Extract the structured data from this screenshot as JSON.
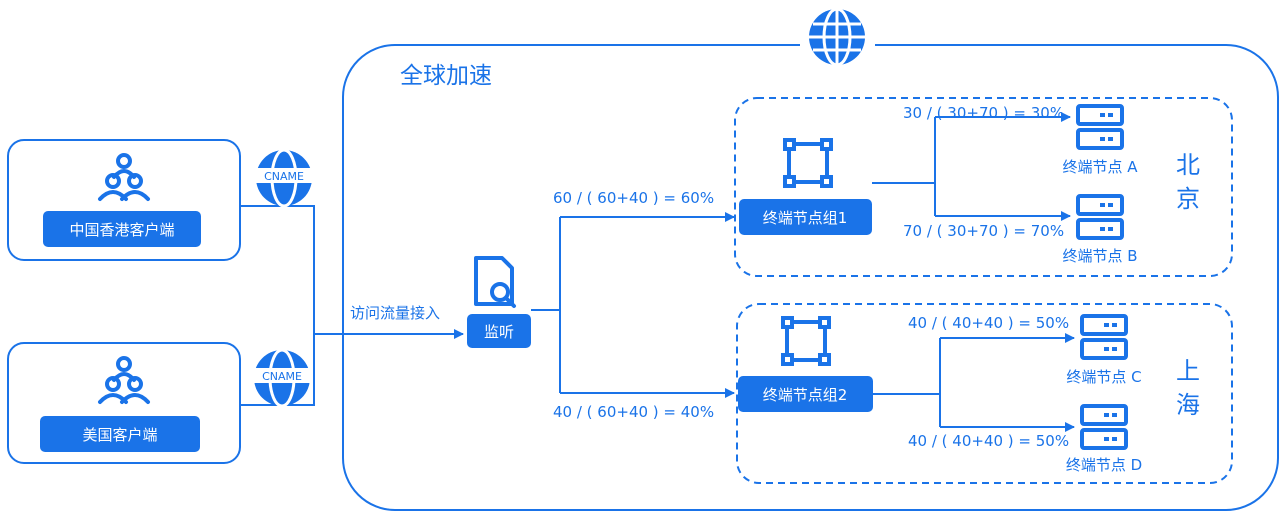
{
  "colors": {
    "accent": "#1a73e8",
    "background": "#ffffff",
    "text_on_accent": "#ffffff"
  },
  "global_area": {
    "title": "全球加速",
    "icon": "globe-icon"
  },
  "clients": [
    {
      "label": "中国香港客户端",
      "icon": "users-icon",
      "dns_badge": "CNAME"
    },
    {
      "label": "美国客户端",
      "icon": "users-icon",
      "dns_badge": "CNAME"
    }
  ],
  "ingress": {
    "label": "访问流量接入"
  },
  "listener": {
    "label": "监听",
    "icon": "document-search-icon"
  },
  "groups": [
    {
      "region": [
        "北",
        "京"
      ],
      "label": "终端节点组1",
      "icon": "node-group-icon",
      "weight_label": "60 / ( 60+40 ) = 60%",
      "nodes": [
        {
          "label": "终端节点 A",
          "weight_label": "30 / ( 30+70 ) = 30%",
          "icon": "server-icon"
        },
        {
          "label": "终端节点 B",
          "weight_label": "70 / ( 30+70 ) = 70%",
          "icon": "server-icon"
        }
      ]
    },
    {
      "region": [
        "上",
        "海"
      ],
      "label": "终端节点组2",
      "icon": "node-group-icon",
      "weight_label": "40 / ( 60+40 ) = 40%",
      "nodes": [
        {
          "label": "终端节点 C",
          "weight_label": "40 / ( 40+40 ) = 50%",
          "icon": "server-icon"
        },
        {
          "label": "终端节点 D",
          "weight_label": "40 / ( 40+40 ) = 50%",
          "icon": "server-icon"
        }
      ]
    }
  ]
}
